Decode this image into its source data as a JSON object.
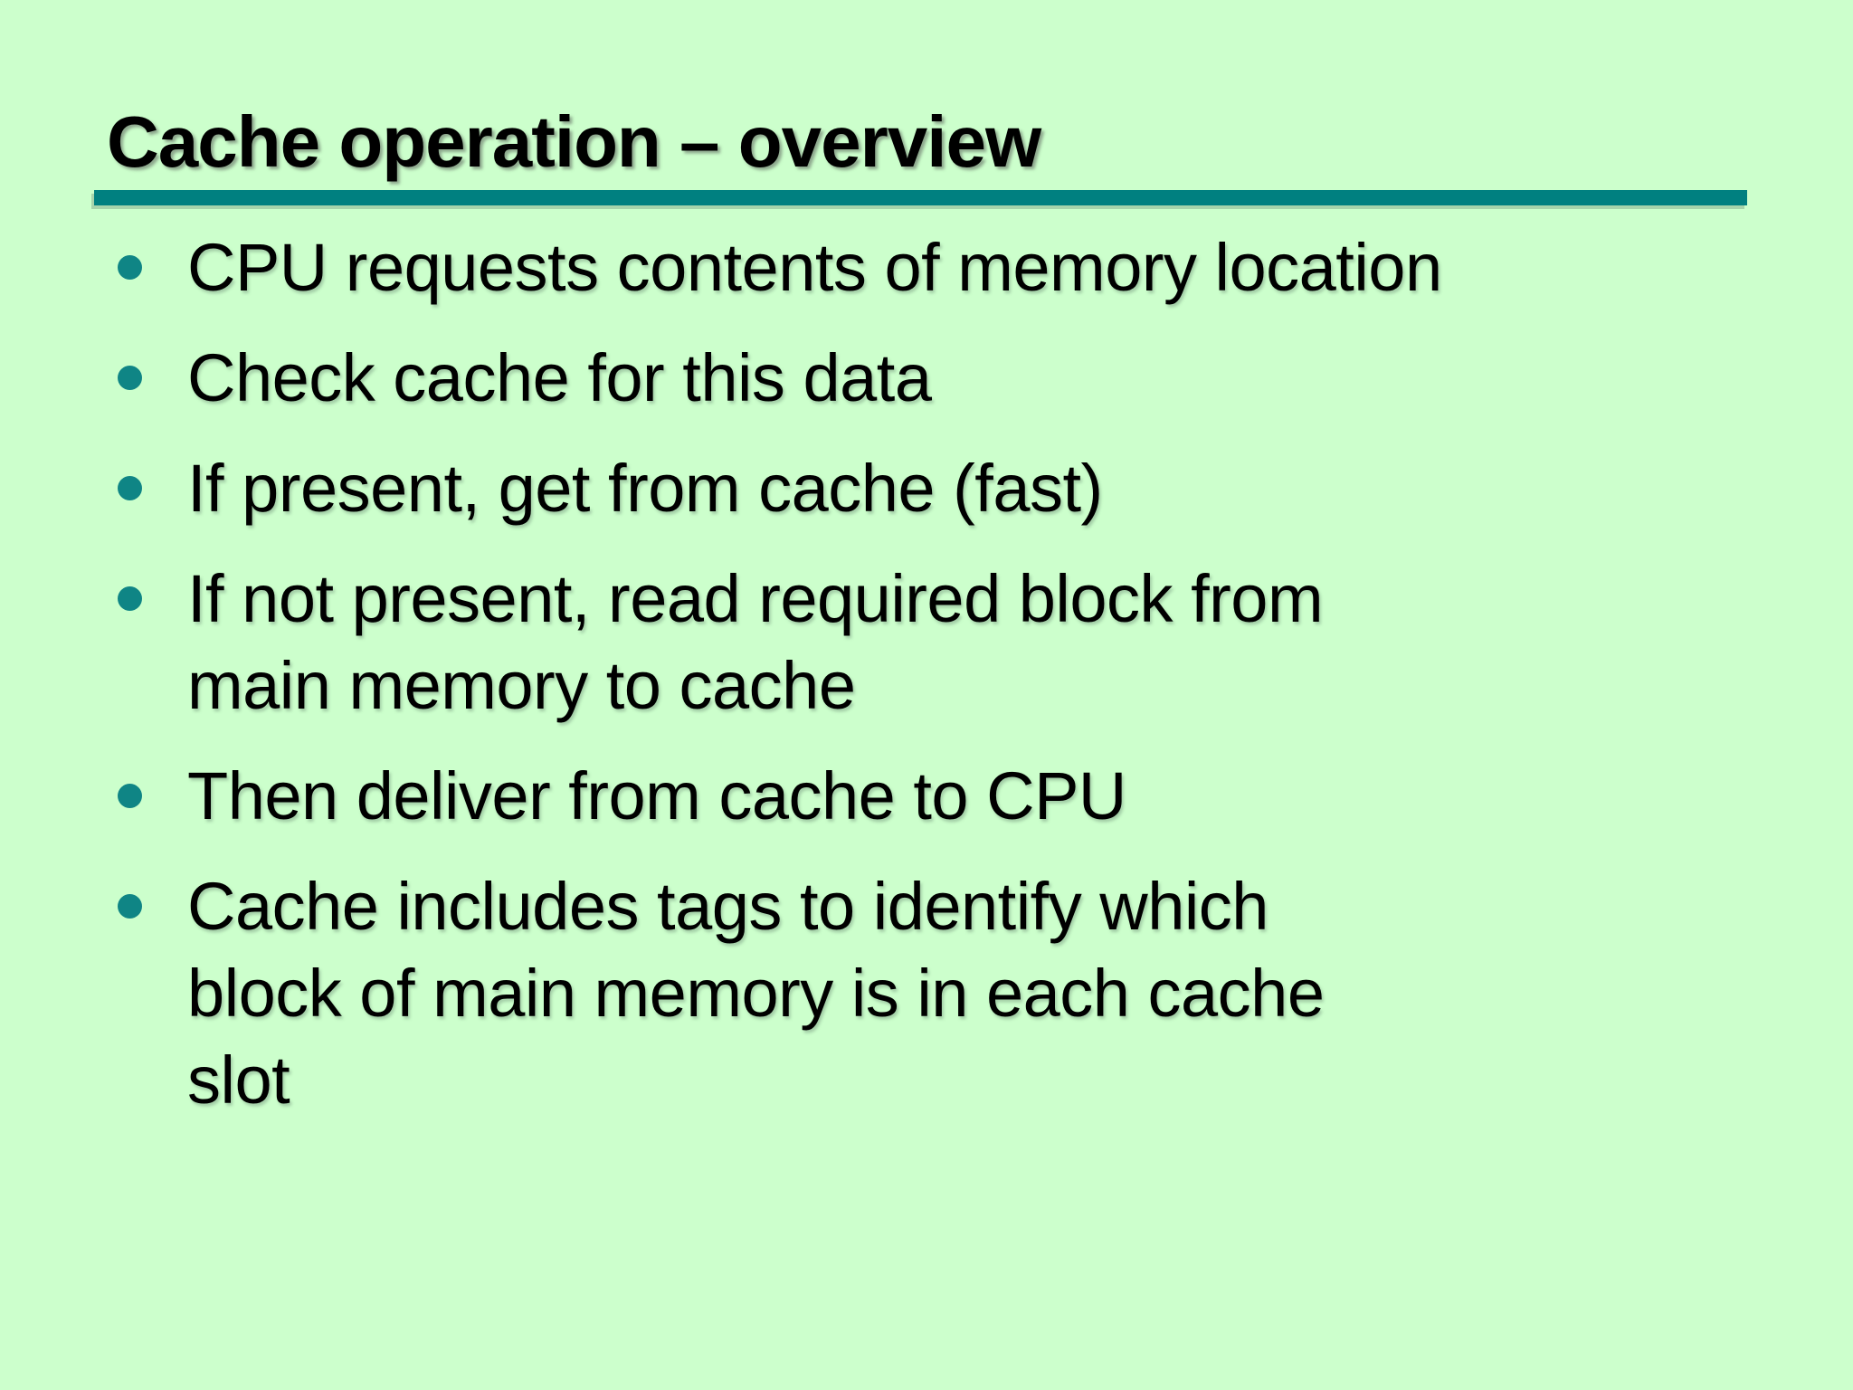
{
  "slide": {
    "title": "Cache operation – overview",
    "bullets": [
      {
        "text": "CPU requests contents of memory location"
      },
      {
        "text": "Check cache for this data"
      },
      {
        "text": "If present, get from cache (fast)"
      },
      {
        "text": "If not present, read required block from\nmain memory to cache"
      },
      {
        "text": "Then deliver from cache to CPU"
      },
      {
        "text": "Cache includes tags to identify which\nblock of main memory is in each cache\nslot"
      }
    ],
    "icons": {
      "bullet": "filled-circle"
    },
    "colors": {
      "background": "#ccffcc",
      "title_text": "#000000",
      "body_text": "#000000",
      "rule": "#008080",
      "bullet_dot": "#0f8585"
    }
  }
}
